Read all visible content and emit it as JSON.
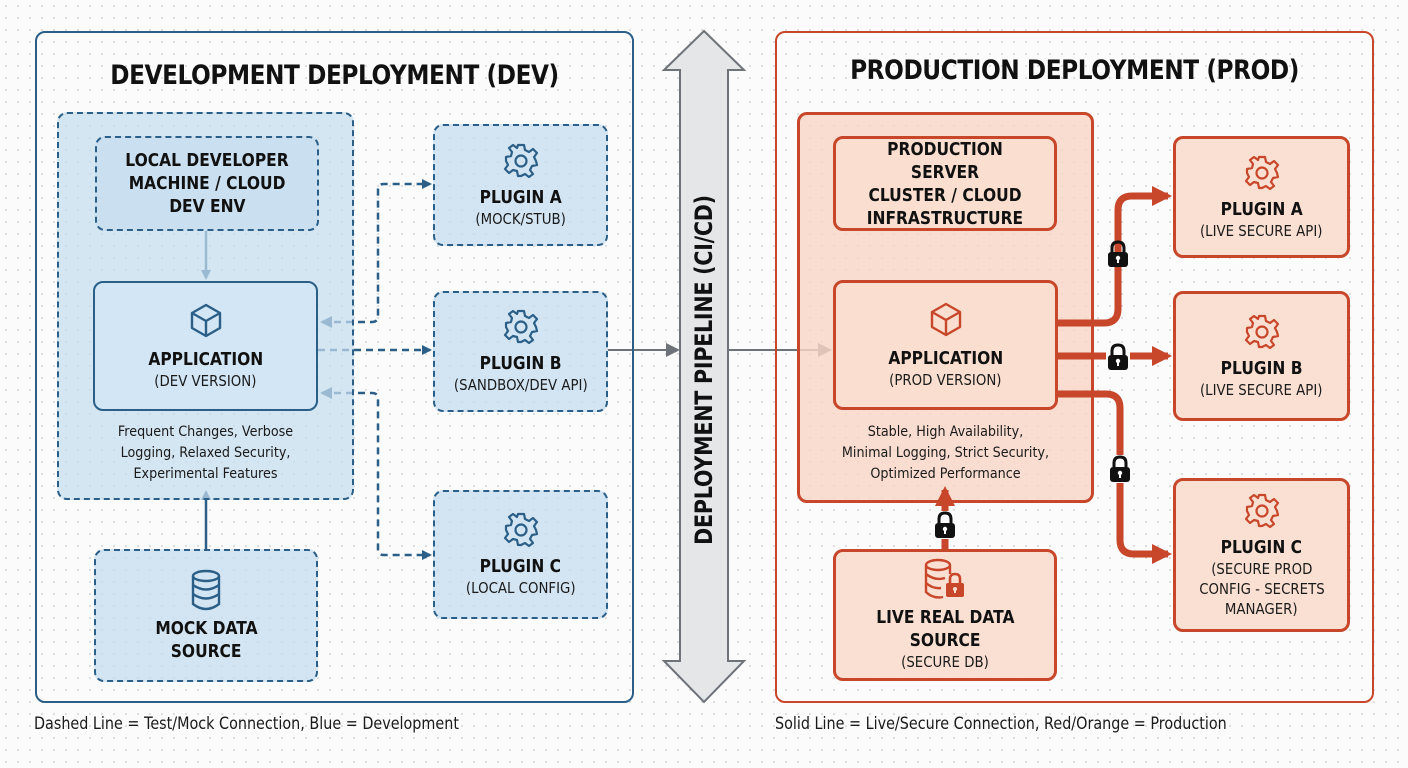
{
  "dev": {
    "title": "DEVELOPMENT DEPLOYMENT (DEV)",
    "accent_color": "#2b5f87",
    "fill_color": "#c6def0",
    "local_env": {
      "lines": [
        "LOCAL DEVELOPER",
        "MACHINE / CLOUD",
        "DEV ENV"
      ]
    },
    "application": {
      "title": "APPLICATION",
      "subtitle": "(DEV VERSION)",
      "icon": "cube-icon"
    },
    "notes": [
      "Frequent Changes, Verbose",
      "Logging, Relaxed Security,",
      "Experimental Features"
    ],
    "data_source": {
      "lines": [
        "MOCK DATA",
        "SOURCE"
      ],
      "icon": "database-icon"
    },
    "plugins": [
      {
        "title": "PLUGIN A",
        "subtitle": "(MOCK/STUB)",
        "icon": "gear-icon"
      },
      {
        "title": "PLUGIN B",
        "subtitle": "(SANDBOX/DEV API)",
        "icon": "gear-icon"
      },
      {
        "title": "PLUGIN C",
        "subtitle": "(LOCAL CONFIG)",
        "icon": "gear-icon"
      }
    ],
    "legend": "Dashed Line = Test/Mock Connection, Blue = Development"
  },
  "pipeline": {
    "label": "DEPLOYMENT PIPELINE (CI/CD)",
    "color": "#6e7379"
  },
  "prod": {
    "title": "PRODUCTION DEPLOYMENT (PROD)",
    "accent_color": "#c8462a",
    "fill_color": "#f9d6c7",
    "server": {
      "lines": [
        "PRODUCTION SERVER",
        "CLUSTER / CLOUD",
        "INFRASTRUCTURE"
      ]
    },
    "application": {
      "title": "APPLICATION",
      "subtitle": "(PROD VERSION)",
      "icon": "cube-icon"
    },
    "notes": [
      "Stable, High Availability,",
      "Minimal Logging, Strict Security,",
      "Optimized Performance"
    ],
    "data_source": {
      "lines": [
        "LIVE REAL DATA",
        "SOURCE"
      ],
      "subtitle": "(SECURE DB)",
      "icon": "secure-database-icon"
    },
    "plugins": [
      {
        "title": "PLUGIN A",
        "subtitle_lines": [
          "(LIVE SECURE API)"
        ],
        "icon": "gear-icon"
      },
      {
        "title": "PLUGIN B",
        "subtitle_lines": [
          "(LIVE SECURE API)"
        ],
        "icon": "gear-icon"
      },
      {
        "title": "PLUGIN C",
        "subtitle_lines": [
          "(SECURE PROD",
          "CONFIG - SECRETS",
          "MANAGER)"
        ],
        "icon": "gear-icon"
      }
    ],
    "legend": "Solid Line = Live/Secure Connection, Red/Orange = Production"
  }
}
